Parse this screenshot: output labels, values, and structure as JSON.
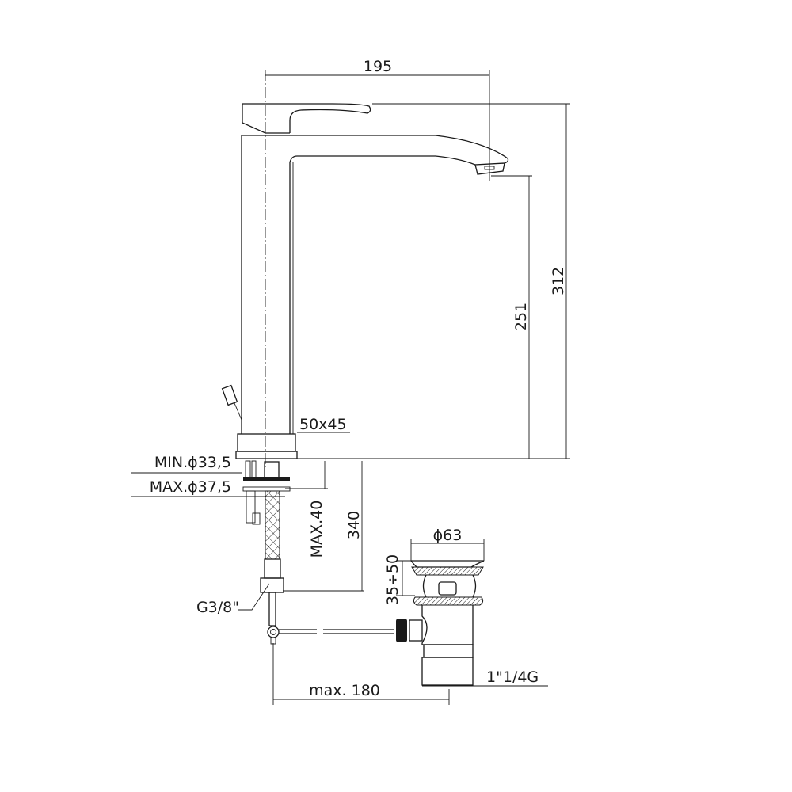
{
  "drawing": {
    "dimensions": {
      "spout_reach": "195",
      "total_height": "312",
      "spout_height": "251",
      "base_size": "50x45",
      "hole_min": "MIN.ϕ33,5",
      "hole_max": "MAX.ϕ37,5",
      "max_deck_thickness": "MAX.40",
      "hose_length": "340",
      "connection_thread": "G3/8\"",
      "waste_diameter": "ϕ63",
      "waste_range": "35÷50",
      "waste_thread": "1\"1/4G",
      "rod_length": "max. 180"
    },
    "colors": {
      "line": "#1a1a1a",
      "background": "#ffffff"
    }
  }
}
